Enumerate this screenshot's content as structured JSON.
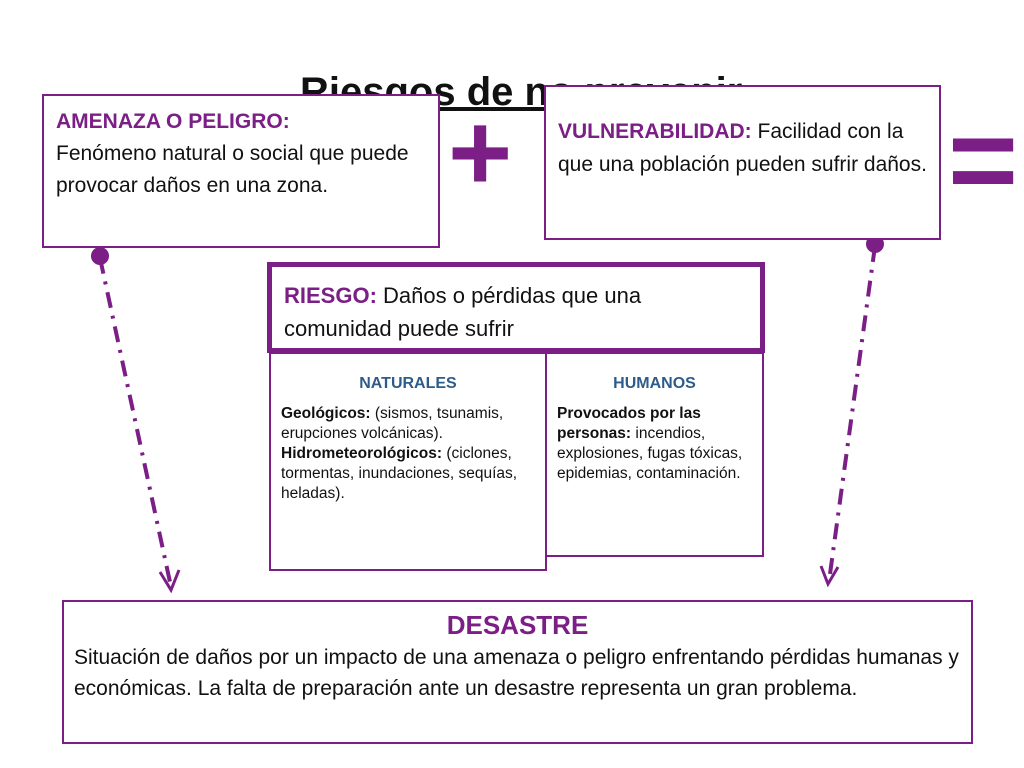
{
  "title": "Riesgos de no prevenir",
  "symbols": {
    "plus": "+",
    "equals": "="
  },
  "amenaza": {
    "label": "AMENAZA O PELIGRO:",
    "text": "Fenómeno natural o social que puede provocar daños en una zona."
  },
  "vulnerabilidad": {
    "label": "VULNERABILIDAD:",
    "text": " Facilidad con la que una población pueden sufrir daños."
  },
  "riesgo": {
    "label": "RIESGO:",
    "text": " Daños o pérdidas que una comunidad puede sufrir"
  },
  "naturales": {
    "heading": "NATURALES",
    "geo_label": "Geológicos:",
    "geo_text": " (sismos, tsunamis, erupciones volcánicas).",
    "hidro_label": "Hidrometeorológicos:",
    "hidro_text": " (ciclones, tormentas, inundaciones, sequías, heladas)."
  },
  "humanos": {
    "heading": "HUMANOS",
    "label": "Provocados por las personas:",
    "text": " incendios, explosiones, fugas tóxicas, epidemias, contaminación."
  },
  "desastre": {
    "heading": "DESASTRE",
    "text": "Situación de daños por un impacto  de una amenaza o peligro enfrentando pérdidas humanas y económicas.  La falta de preparación ante un desastre representa un gran problema."
  },
  "colors": {
    "accent": "#7B1E86",
    "heading_blue": "#2E5C8A"
  }
}
